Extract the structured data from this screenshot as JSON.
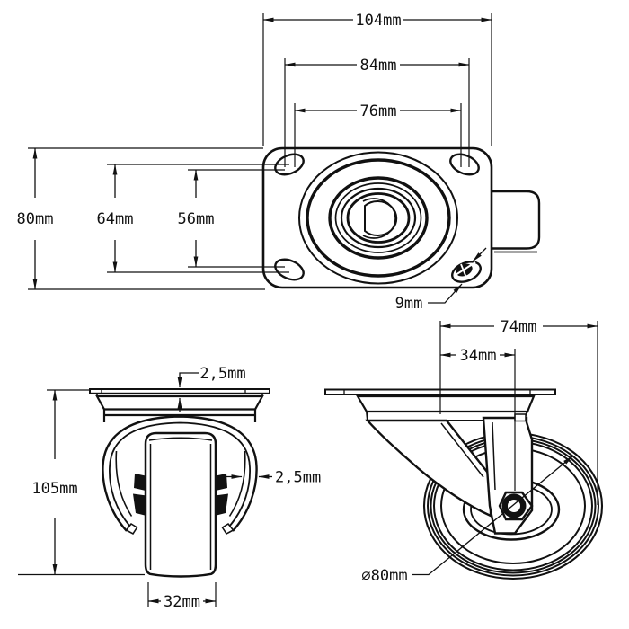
{
  "drawing": {
    "type": "caster-wheel-technical-drawing",
    "background": "#ffffff",
    "line_color": "#111111",
    "views": {
      "top": {
        "dim_overall_width": "104mm",
        "dim_bolt_spacing_outer": "84mm",
        "dim_bolt_spacing_inner": "76mm",
        "dim_overall_depth": "80mm",
        "dim_bolt_depth_outer": "64mm",
        "dim_bolt_depth_inner": "56mm",
        "dim_slot_width": "9mm"
      },
      "front": {
        "dim_plate_thickness": "2,5mm",
        "dim_overall_height": "105mm",
        "dim_fork_thickness": "2,5mm",
        "dim_wheel_width": "32mm"
      },
      "side": {
        "dim_overall_length": "74mm",
        "dim_axle_offset": "34mm",
        "dim_wheel_diameter": "⌀80mm"
      }
    }
  }
}
